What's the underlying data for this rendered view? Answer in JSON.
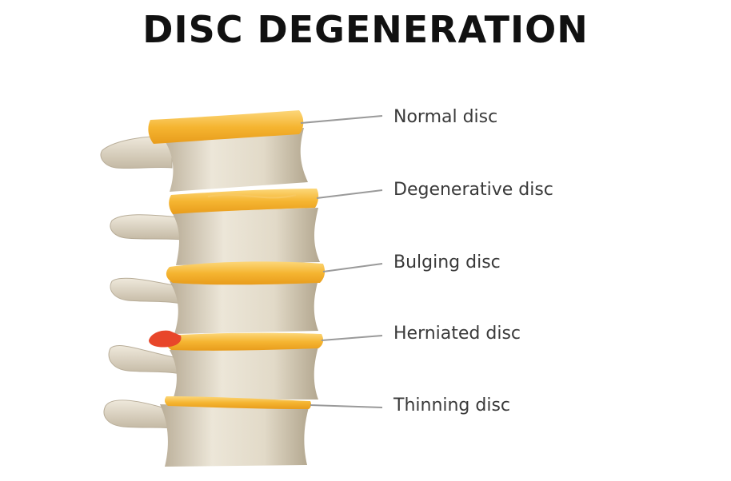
{
  "title": "DISC DEGENERATION",
  "labels": [
    "Normal disc",
    "Degenerative disc",
    "Bulging disc",
    "Herniated disc",
    "Thinning disc"
  ],
  "colors": {
    "disc": "#f5b531",
    "disc_highlight": "#fcd77a",
    "herniation": "#e8462a",
    "bone": "#e4dccb",
    "bone_shadow": "#b8ad98",
    "leader_line": "#9a9a9a",
    "text": "#3a3a3a"
  }
}
